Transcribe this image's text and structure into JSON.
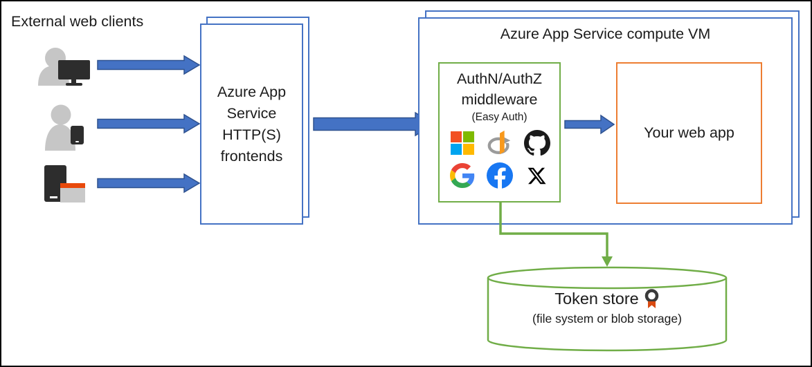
{
  "clients": {
    "label": "External web clients",
    "items": [
      "desktop-user",
      "mobile-user",
      "server-client"
    ]
  },
  "frontends": {
    "label": "Azure App\nService\nHTTP(S)\nfrontends"
  },
  "compute_vm": {
    "title": "Azure App Service compute VM"
  },
  "auth_middleware": {
    "line1": "AuthN/AuthZ",
    "line2": "middleware",
    "subtitle": "(Easy Auth)",
    "providers": [
      "microsoft",
      "openid-connect",
      "github",
      "google",
      "facebook",
      "x-twitter"
    ]
  },
  "web_app": {
    "label": "Your web app"
  },
  "token_store": {
    "title": "Token store",
    "subtitle": "(file system or blob storage)"
  },
  "colors": {
    "arrow_blue": "#4472C4",
    "arrow_blue_border": "#2F528F",
    "box_blue": "#4472C4",
    "green": "#70AD47",
    "orange": "#ED7D31",
    "black_frame": "#000000"
  }
}
